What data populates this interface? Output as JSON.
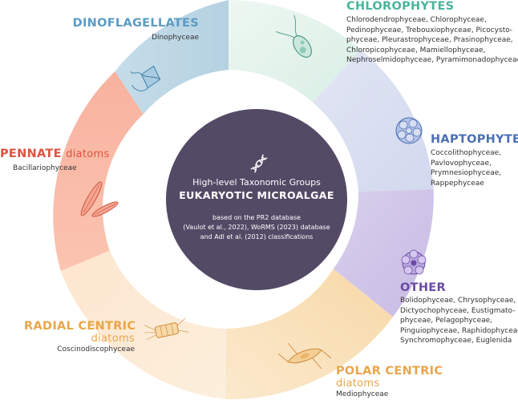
{
  "colors": {
    "center": "#534a66",
    "chlorophytes": "#4cb39d",
    "haptophytes": "#4a6fb5",
    "other": "#6a4aa5",
    "polar": "#e8a64a",
    "radial": "#e8a64a",
    "pennate": "#e0523f",
    "dinoflagellates": "#5b9bc4"
  },
  "center": {
    "icon": "dna-icon",
    "subtitle": "High-level Taxonomic Groups",
    "title": "EUKARYOTIC MICROALGAE",
    "source_lines": [
      "based on the PR2 database",
      "(Vaulot et al., 2022), WoRMS (2023) database",
      "and Adl et al. (2012) classifications"
    ]
  },
  "groups": {
    "chlorophytes": {
      "title": "CHLOROPHYTES",
      "icon": "green-flagellate-icon",
      "lines": [
        "Chlorodendrophyceae, Chlorophyceae,",
        "Pedinophyceae, Trebouxiophyceae, Picocysto-",
        "phyceae, Pleurastrophyceae, Prasinophyceae,",
        "Chloropicophyceae, Mamiellophyceae,",
        "Nephroselmidophyceae, Pyramimonadophyceae"
      ]
    },
    "haptophytes": {
      "title": "HAPTOPHYTES",
      "icon": "coccolithophore-icon",
      "lines": [
        "Coccolithophyceae,",
        "Pavlovophyceae,",
        "Prymnesiophyceae,",
        "Rappephyceae"
      ]
    },
    "other": {
      "title": "OTHER",
      "icon": "silicoflagellate-icon",
      "lines": [
        "Bolidophyceae, Chrysophyceae,",
        "Dictyochophyceae, Eustigmato-",
        "phyceae, Pelagophyceae,",
        "Pinguiophyceae, Raphidophyceae,",
        "Synchromophyceae, Euglenida"
      ]
    },
    "polar": {
      "title": "POLAR CENTRIC",
      "title2": "diatoms",
      "icon": "polar-diatom-icon",
      "lines": [
        "Mediophyceae"
      ]
    },
    "radial": {
      "title": "RADIAL CENTRIC",
      "title2": "diatoms",
      "icon": "radial-diatom-icon",
      "lines": [
        "Coscinodiscophyceae"
      ]
    },
    "pennate": {
      "title": "PENNATE",
      "title_suffix": "diatoms",
      "icon": "pennate-diatom-icon",
      "lines": [
        "Bacillariophyceae"
      ]
    },
    "dinoflagellates": {
      "title": "DINOFLAGELLATES",
      "icon": "dinoflagellate-icon",
      "lines": [
        "Dinophyceae"
      ]
    }
  }
}
